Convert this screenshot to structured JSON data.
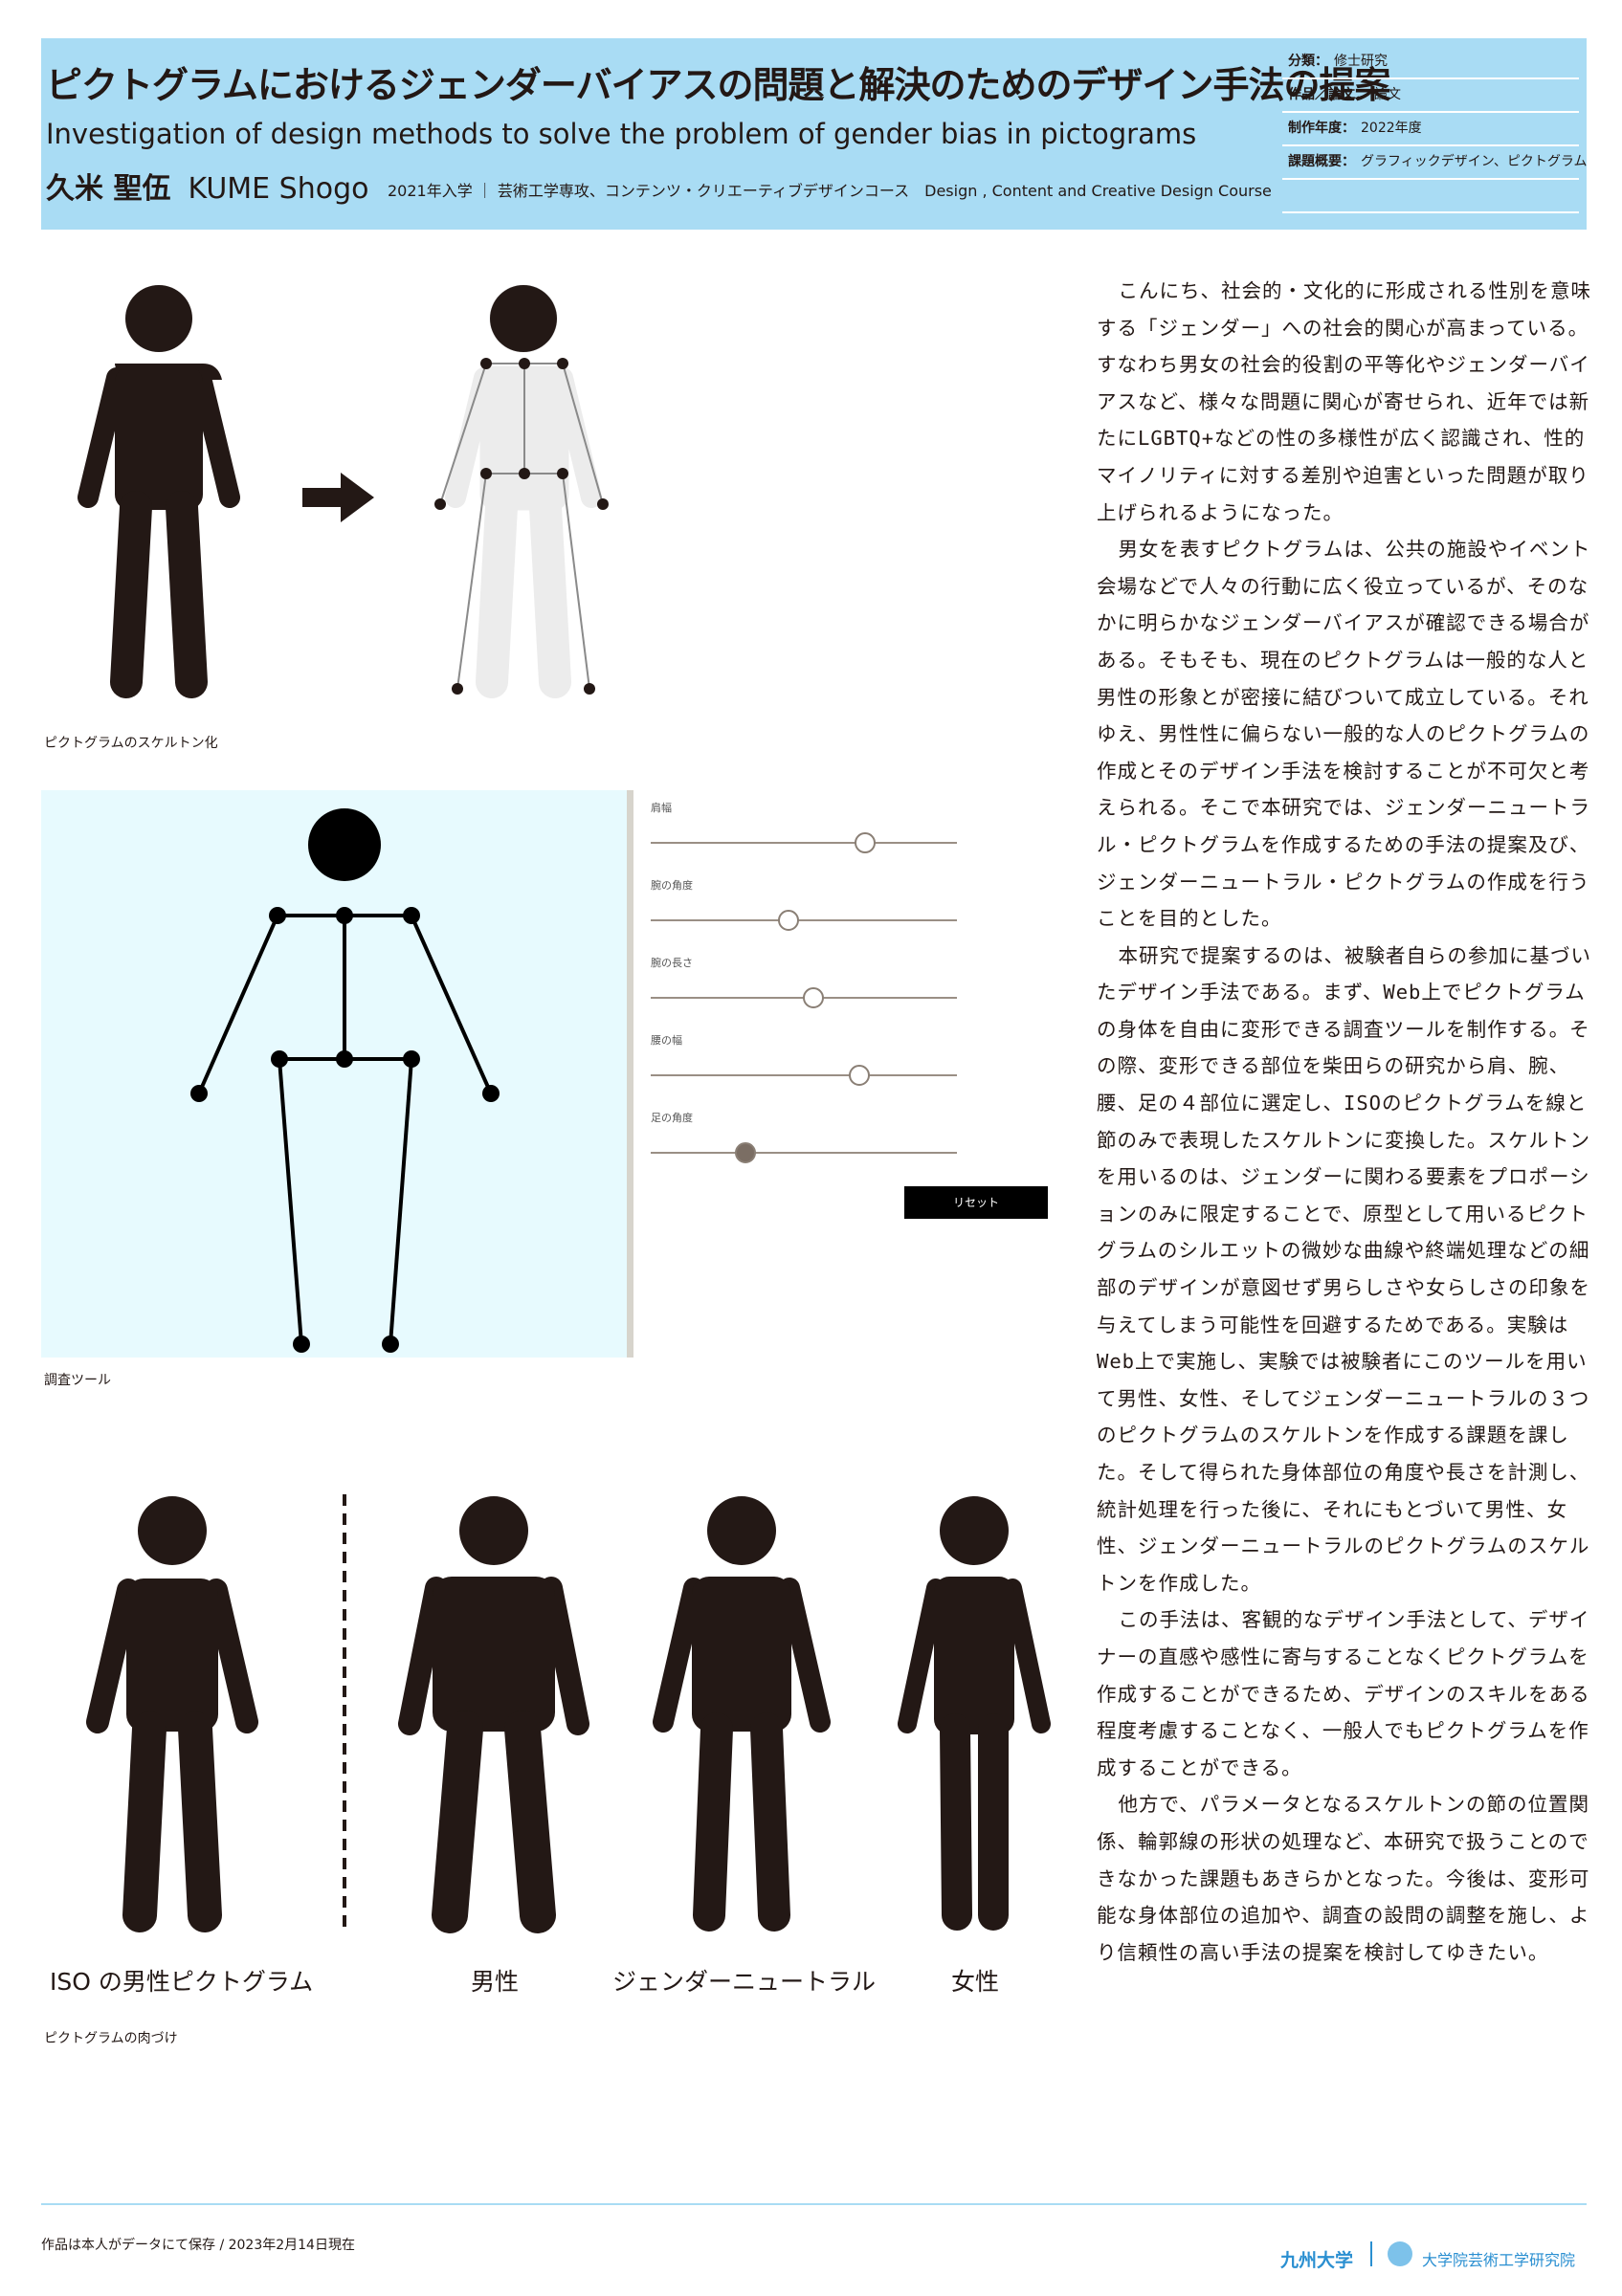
{
  "header": {
    "title_jp": "ピクトグラムにおけるジェンダーバイアスの問題と解決のためのデザイン手法の提案",
    "title_en": "Investigation of design methods to solve the problem of gender bias in pictograms",
    "author_jp": "久米 聖伍",
    "author_en": "KUME Shogo",
    "course": "2021年入学 ｜ 芸術工学専攻、コンテンツ・クリエーティブデザインコース　Design , Content and Creative Design Course",
    "meta": [
      {
        "label": "分類：",
        "value": "修士研究"
      },
      {
        "label": "作品／論文：",
        "value": "論文"
      },
      {
        "label": "制作年度：",
        "value": "2022年度"
      },
      {
        "label": "課題概要：",
        "value": "グラフィックデザイン、ピクトグラム"
      }
    ]
  },
  "paragraphs": [
    "こんにち、社会的・文化的に形成される性別を意味する「ジェンダー」への社会的関心が高まっている。すなわち男女の社会的役割の平等化やジェンダーバイアスなど、様々な問題に関心が寄せられ、近年では新たにLGBTQ+などの性の多様性が広く認識され、性的マイノリティに対する差別や迫害といった問題が取り上げられるようになった。",
    "男女を表すピクトグラムは、公共の施設やイベント会場などで人々の行動に広く役立っているが、そのなかに明らかなジェンダーバイアスが確認できる場合がある。そもそも、現在のピクトグラムは一般的な人と男性の形象とが密接に結びついて成立している。それゆえ、男性性に偏らない一般的な人のピクトグラムの作成とそのデザイン手法を検討することが不可欠と考えられる。そこで本研究では、ジェンダーニュートラル・ピクトグラムを作成するための手法の提案及び、ジェンダーニュートラル・ピクトグラムの作成を行うことを目的とした。",
    "本研究で提案するのは、被験者自らの参加に基づいたデザイン手法である。まず、Web上でピクトグラムの身体を自由に変形できる調査ツールを制作する。その際、変形できる部位を柴田らの研究から肩、腕、腰、足の４部位に選定し、ISOのピクトグラムを線と節のみで表現したスケルトンに変換した。スケルトンを用いるのは、ジェンダーに関わる要素をプロポーションのみに限定することで、原型として用いるピクトグラムのシルエットの微妙な曲線や終端処理などの細部のデザインが意図せず男らしさや女らしさの印象を与えてしまう可能性を回避するためである。実験はWeb上で実施し、実験では被験者にこのツールを用いて男性、女性、そしてジェンダーニュートラルの３つのピクトグラムのスケルトンを作成する課題を課した。そして得られた身体部位の角度や長さを計測し、統計処理を行った後に、それにもとづいて男性、女性、ジェンダーニュートラルのピクトグラムのスケルトンを作成した。",
    "この手法は、客観的なデザイン手法として、デザイナーの直感や感性に寄与することなくピクトグラムを作成することができるため、デザインのスキルをある程度考慮することなく、一般人でもピクトグラムを作成することができる。",
    "他方で、パラメータとなるスケルトンの節の位置関係、輪郭線の形状の処理など、本研究で扱うことのできなかった課題もあきらかとなった。今後は、変形可能な身体部位の追加や、調査の設問の調整を施し、より信頼性の高い手法の提案を検討してゆきたい。"
  ],
  "figure1": {
    "caption": "ピクトグラムのスケルトン化",
    "arrow_icon": "right-arrow-icon"
  },
  "tool": {
    "caption": "調査ツール",
    "sliders": [
      {
        "label": "肩幅",
        "value": 0.7
      },
      {
        "label": "腕の角度",
        "value": 0.45
      },
      {
        "label": "腕の長さ",
        "value": 0.53
      },
      {
        "label": "腰の幅",
        "value": 0.68
      },
      {
        "label": "足の角度",
        "value": 0.31
      }
    ],
    "reset_label": "リセット"
  },
  "figure3": {
    "caption": "ピクトグラムの肉づけ",
    "labels": [
      "ISO の男性ピクトグラム",
      "男性",
      "ジェンダーニュートラル",
      "女性"
    ]
  },
  "footer": {
    "note": "作品は本人がデータにて保存 / 2023年2月14日現在",
    "university": "九州大学",
    "school": "大学院芸術工学研究院"
  },
  "colors": {
    "header_bg": "#a9dcf4",
    "tool_bg": "#e7fafe",
    "figure": "#231815",
    "accent": "#2a8fd1"
  }
}
